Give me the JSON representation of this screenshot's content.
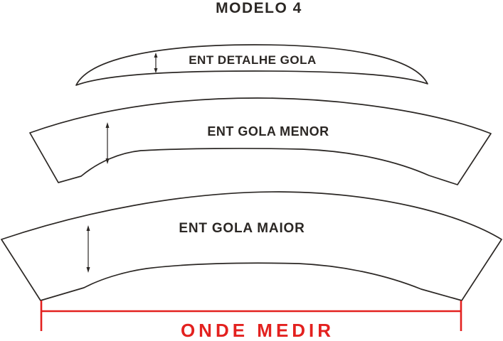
{
  "title": "MODELO 4",
  "colors": {
    "ink": "#2b2724",
    "accent_red": "#e3211f",
    "background": "#ffffff"
  },
  "pieces": [
    {
      "id": "detalhe-gola",
      "label": "ENT DETALHE GOLA"
    },
    {
      "id": "gola-menor",
      "label": "ENT GOLA MENOR"
    },
    {
      "id": "gola-maior",
      "label": "ENT GOLA MAIOR"
    }
  ],
  "measure": {
    "label": "ONDE MEDIR"
  }
}
